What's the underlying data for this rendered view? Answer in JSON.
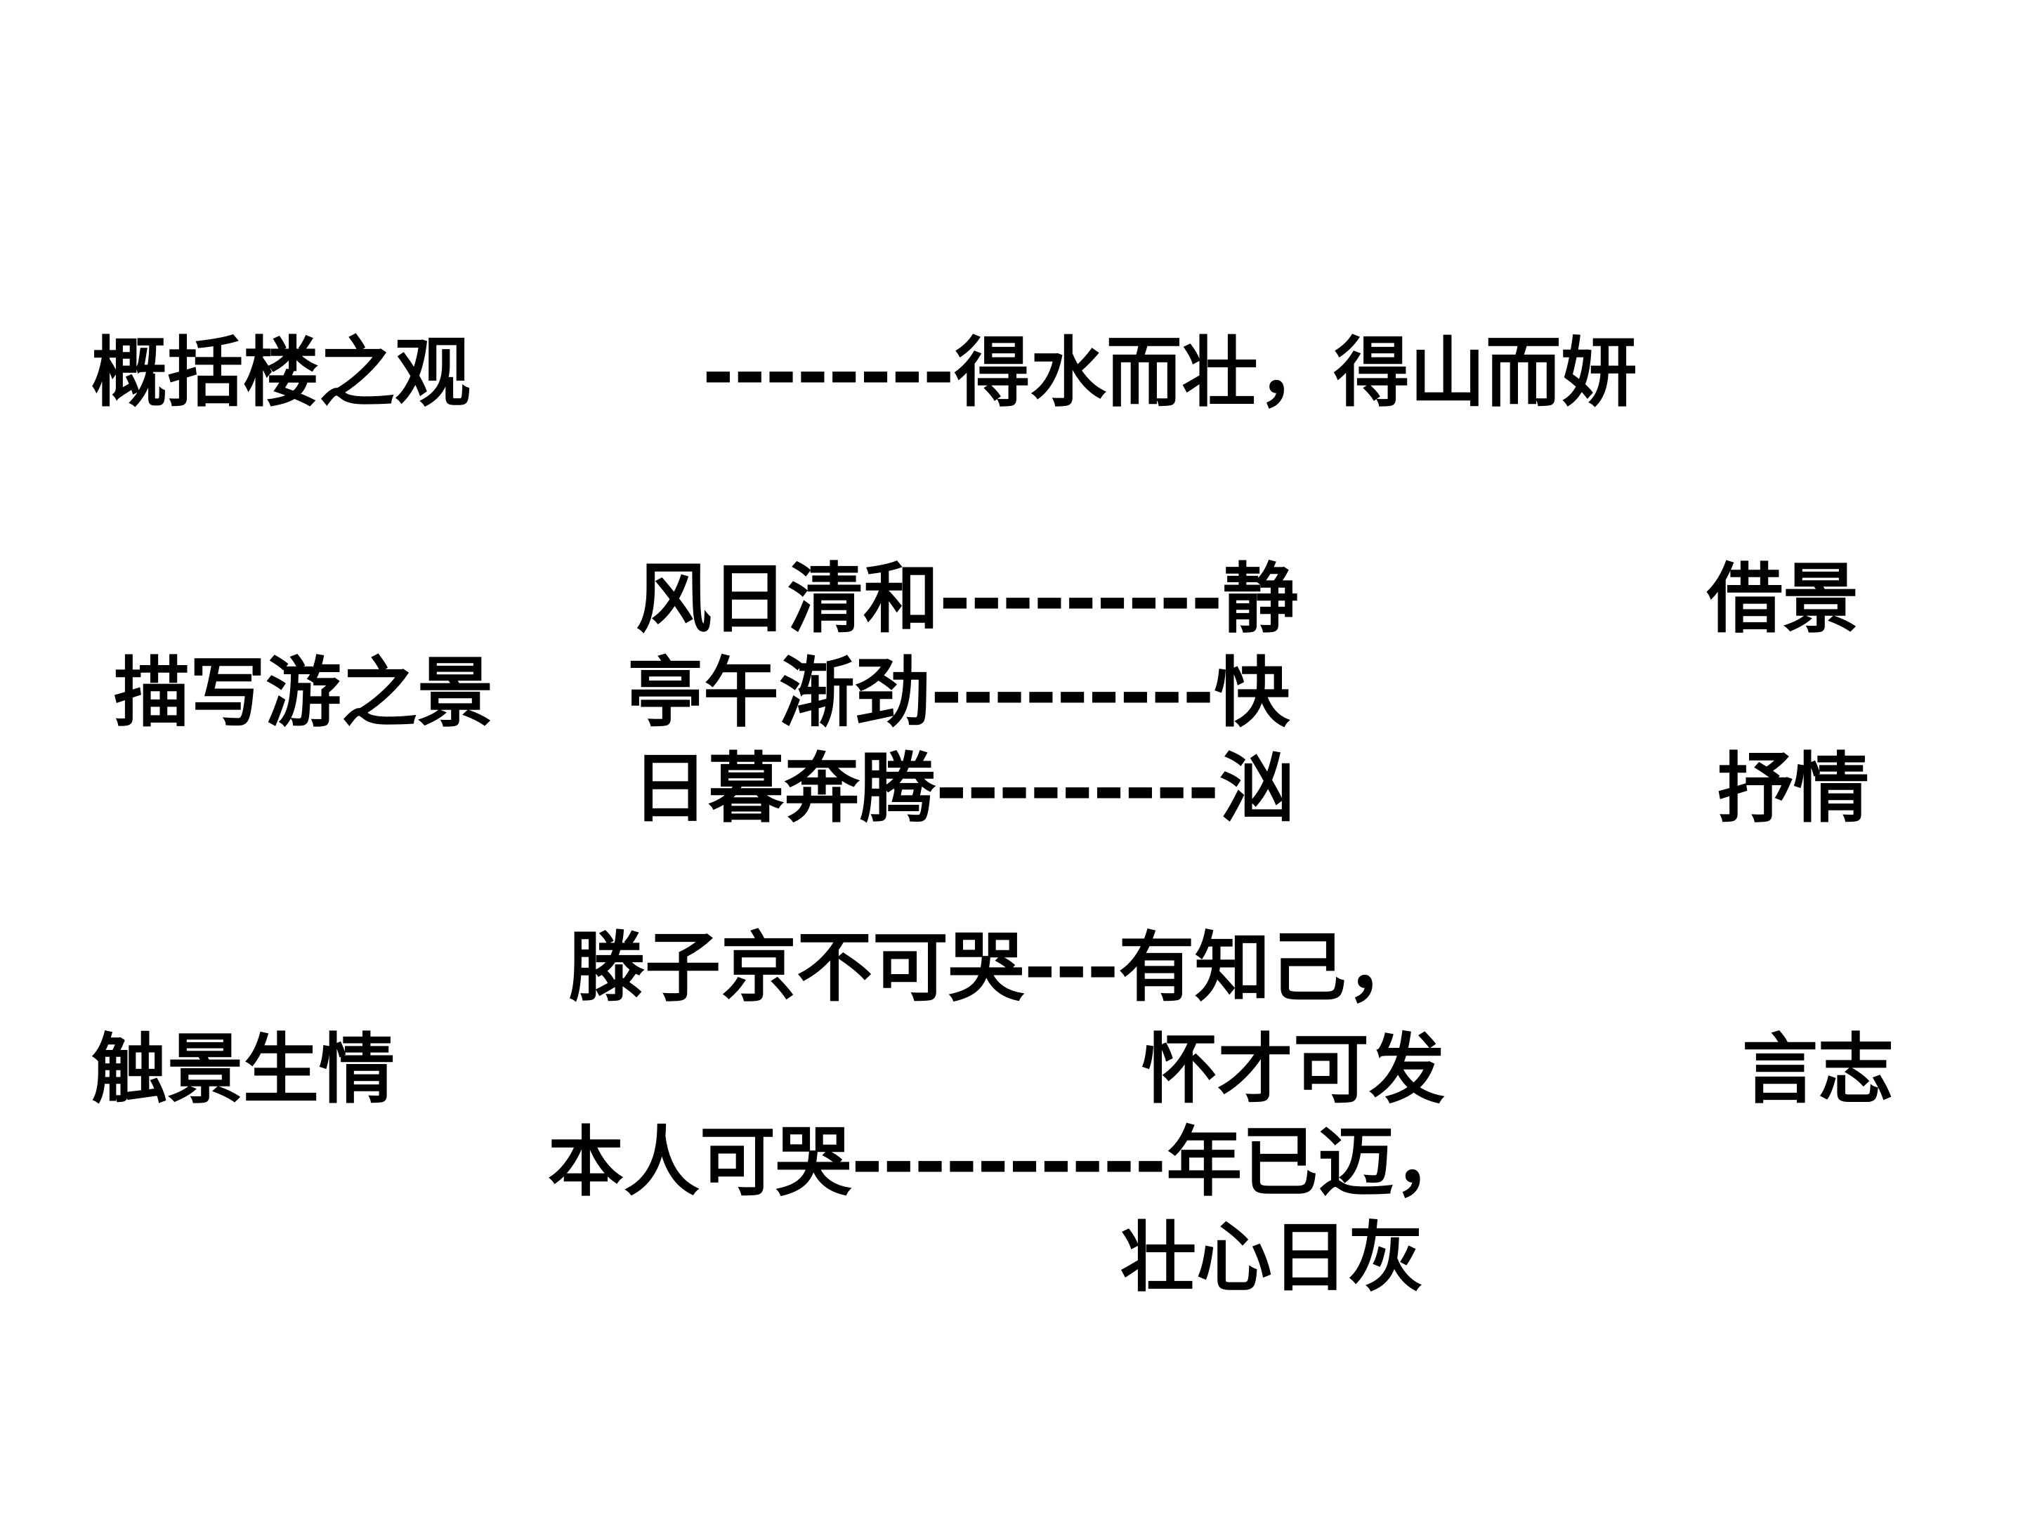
{
  "section1": {
    "heading": "概括楼之观",
    "content": "--------得水而壮，得山而妍"
  },
  "section2": {
    "heading": "描写游之景",
    "lines": [
      "风日清和---------静",
      "亭午渐劲---------快",
      "日暮奔腾---------汹"
    ],
    "side_top": "借景",
    "side_bottom": "抒情"
  },
  "section3": {
    "heading": "触景生情",
    "lines": [
      "滕子京不可哭---有知己，",
      "怀才可发",
      "本人可哭----------年已迈，",
      "壮心日灰"
    ],
    "side": "言志"
  }
}
